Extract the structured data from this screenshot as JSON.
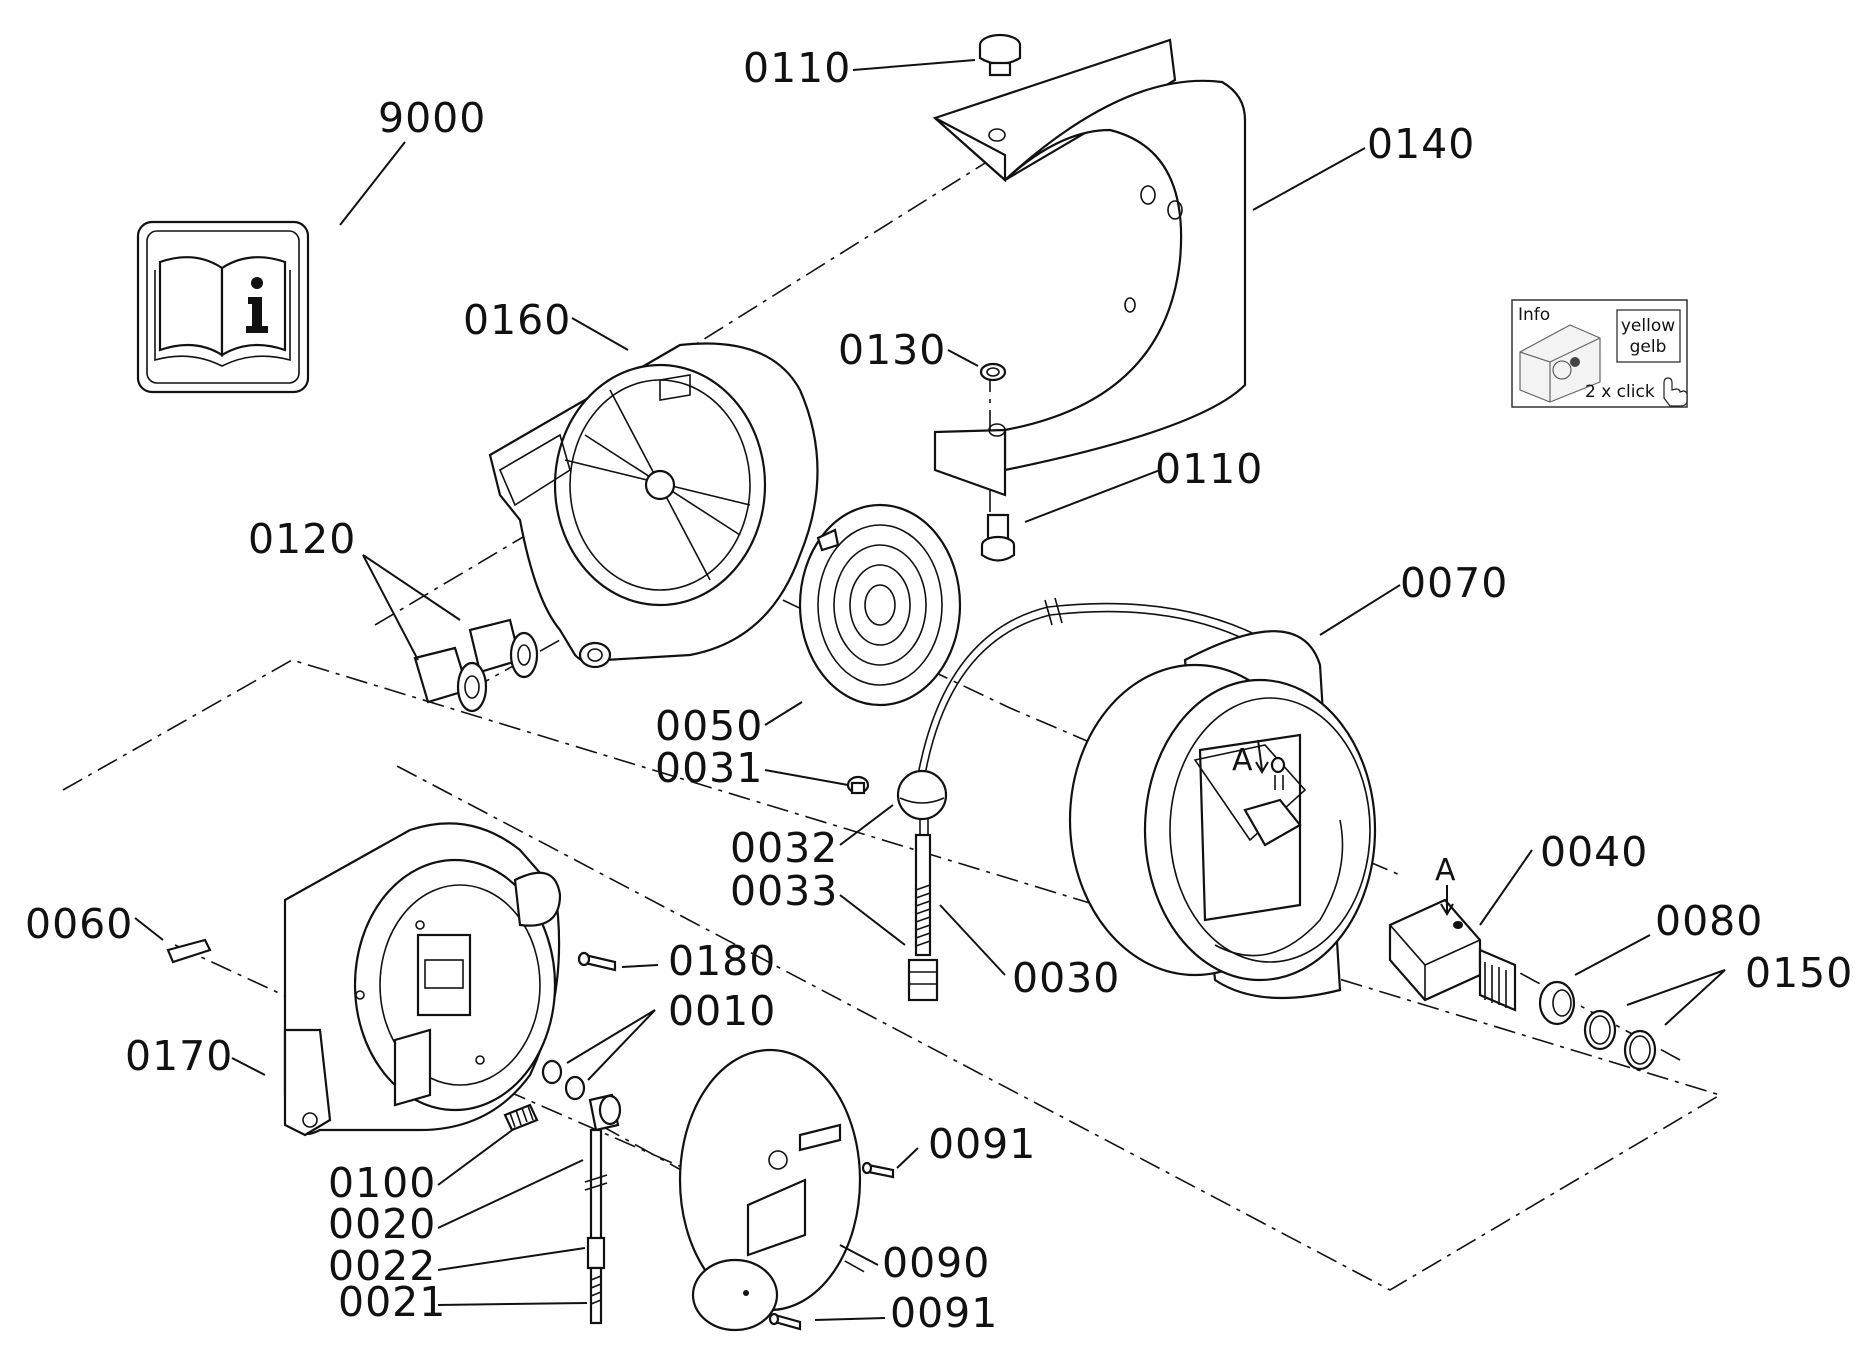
{
  "labels": {
    "l9000": "9000",
    "l0110a": "0110",
    "l0140": "0140",
    "l0160": "0160",
    "l0130": "0130",
    "l0110b": "0110",
    "l0120": "0120",
    "l0070": "0070",
    "l0050": "0050",
    "l0031": "0031",
    "l0032": "0032",
    "l0033": "0033",
    "l0030": "0030",
    "l0040": "0040",
    "l0080": "0080",
    "l0150": "0150",
    "l0060": "0060",
    "l0180": "0180",
    "l0010": "0010",
    "l0170": "0170",
    "l0091a": "0091",
    "l0100": "0100",
    "l0020": "0020",
    "l0022": "0022",
    "l0021": "0021",
    "l0090": "0090",
    "l0091b": "0091",
    "detailA1": "A",
    "detailA2": "A"
  },
  "info_box": {
    "title": "Info",
    "color_line1": "yellow",
    "color_line2": "gelb",
    "hint": "2 x click"
  },
  "icons": {
    "manual": "manual-book-info-icon",
    "pointer": "hand-pointer-icon"
  }
}
